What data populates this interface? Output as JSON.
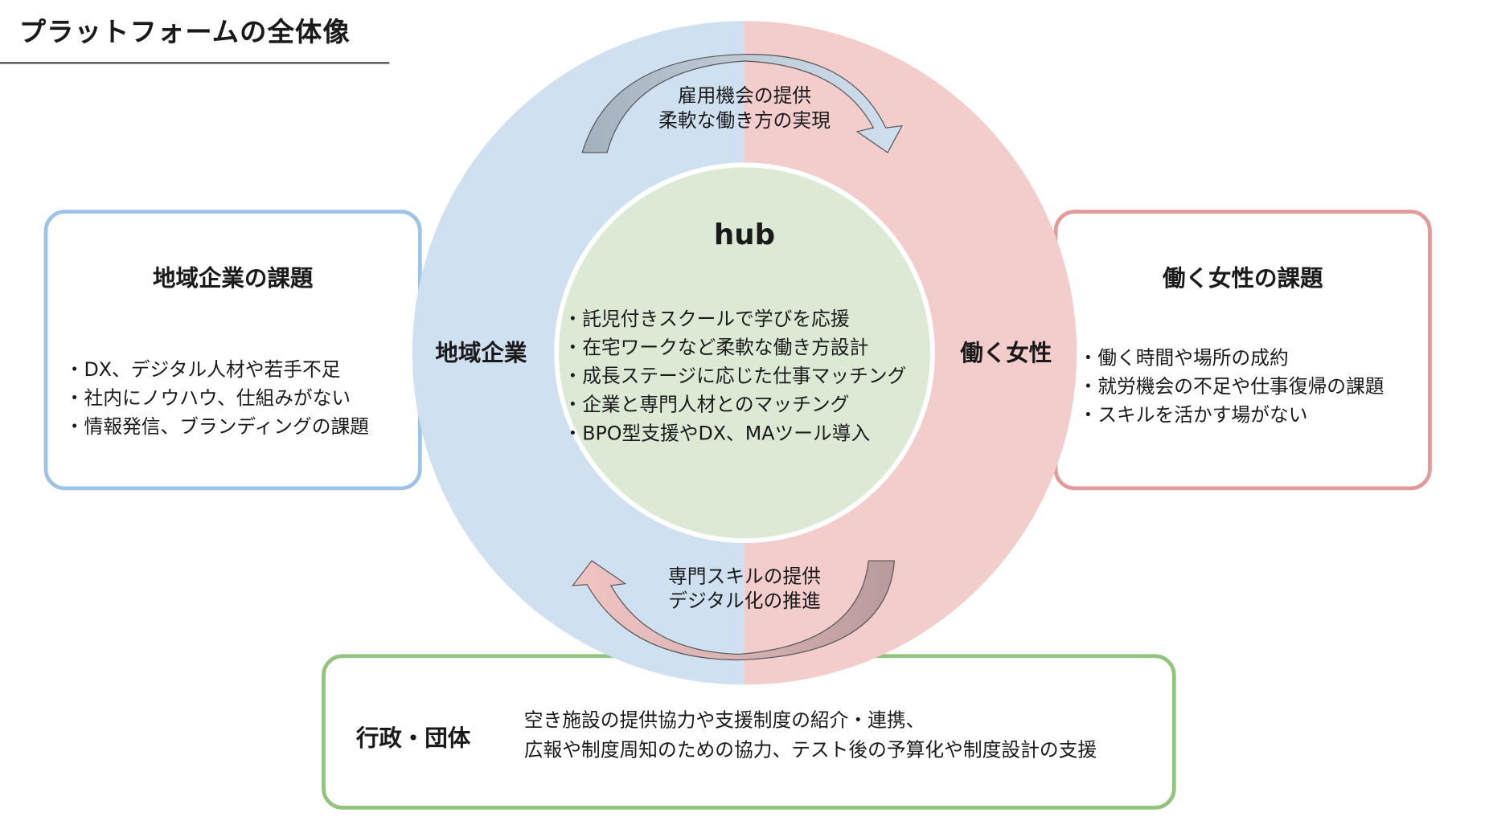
{
  "title": "プラットフォームの全体像",
  "left_box": {
    "title": "地域企業の課題",
    "items": [
      "DX、デジタル人材や若手不足",
      "社内にノウハウ、仕組みがない",
      "情報発信、ブランディングの課題"
    ]
  },
  "right_box": {
    "title": "働く女性の課題",
    "items": [
      "働く時間や場所の成約",
      "就労機会の不足や仕事復帰の課題",
      "スキルを活かす場がない"
    ]
  },
  "bottom_box": {
    "title": "行政・団体",
    "lines": [
      "空き施設の提供協力や支援制度の紹介・連携、",
      "広報や制度周知のための協力、テスト後の予算化や制度設計の支援"
    ]
  },
  "circle": {
    "left_label": "地域企業",
    "right_label": "働く女性",
    "top_arrow_lines": [
      "雇用機会の提供",
      "柔軟な働き方の実現"
    ],
    "bottom_arrow_lines": [
      "専門スキルの提供",
      "デジタル化の推進"
    ]
  },
  "hub": {
    "title": "hub",
    "items": [
      "託児付きスクールで学びを応援",
      "在宅ワークなど柔軟な働き方設計",
      "成長ステージに応じた仕事マッチング",
      "企業と専門人材とのマッチング",
      "BPO型支援やDX、MAツール導入"
    ]
  },
  "colors": {
    "blue": "#cfe0f1",
    "pink": "#f3cccc",
    "green": "#dce9d5",
    "blue_border": "#9fc3e6",
    "pink_border": "#e39a9a",
    "green_border": "#93c47d"
  }
}
